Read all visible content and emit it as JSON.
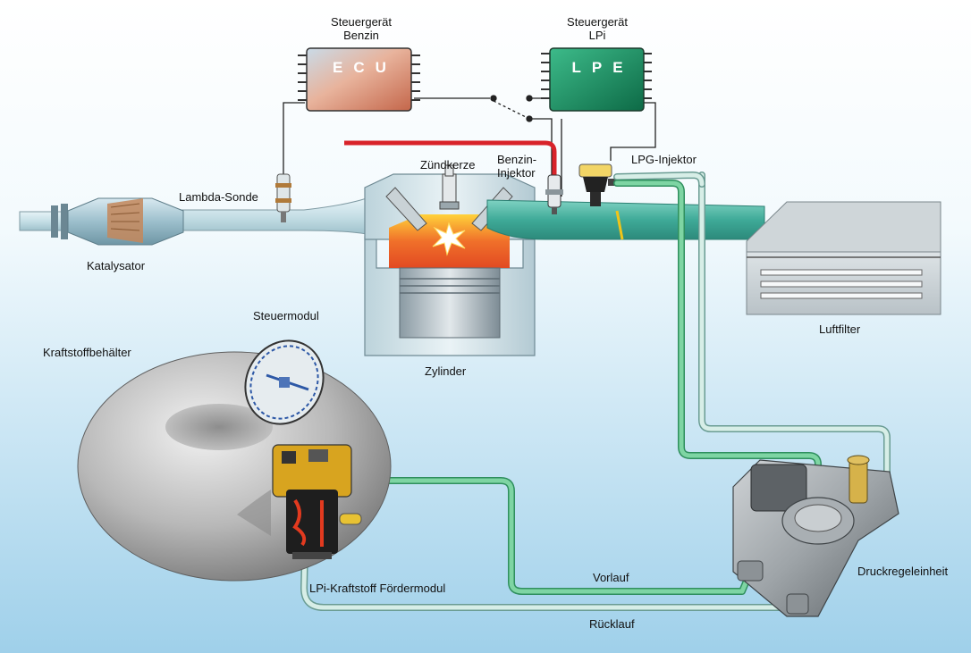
{
  "labels": {
    "ecu_title_line1": "Steuergerät",
    "ecu_title_line2": "Benzin",
    "lpe_title_line1": "Steuergerät",
    "lpe_title_line2": "LPi",
    "ecu_chip": "ECU",
    "lpe_chip": "LPE",
    "lambda": "Lambda-Sonde",
    "catalyst": "Katalysator",
    "spark_plug": "Zündkerze",
    "petrol_injector_line1": "Benzin-",
    "petrol_injector_line2": "Injektor",
    "lpg_injector": "LPG-Injektor",
    "air_filter": "Luftfilter",
    "control_module": "Steuermodul",
    "fuel_tank": "Kraftstoffbehälter",
    "cylinder": "Zylinder",
    "pump_module": "LPi-Kraftstoff Fördermodul",
    "supply": "Vorlauf",
    "return": "Rücklauf",
    "pressure_regulator": "Druckregeleinheit"
  },
  "colors": {
    "background_top": "#ffffff",
    "background_bottom": "#9fd0ea",
    "ecu_chip": "#d9896a",
    "lpe_chip": "#1f9a6a",
    "supply_line": "#5fc189",
    "return_line": "#cfe9e2",
    "petrol_line": "#d8232a",
    "flame": "#f0702a",
    "tank": "#b8b8b8"
  }
}
